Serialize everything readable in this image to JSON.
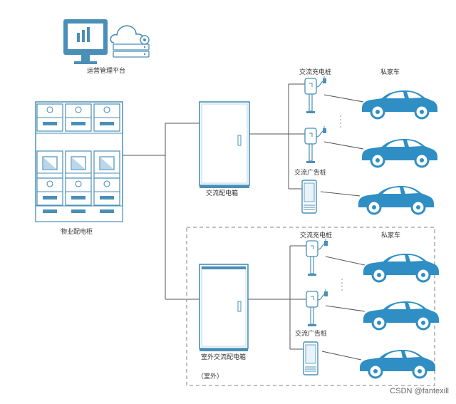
{
  "platform": {
    "label": "运营管理平台"
  },
  "property_cabinet": {
    "label": "物业配电柜"
  },
  "ac_box_top": {
    "label": "交流配电箱"
  },
  "ac_box_outdoor": {
    "label": "室外交流配电箱"
  },
  "top_group": {
    "charger_label": "交流充电桩",
    "car_label": "私家车",
    "ad_label": "交流广告桩"
  },
  "outdoor_group": {
    "charger_label": "交流充电桩",
    "car_label": "私家车",
    "ad_label": "交流广告桩",
    "outdoor_tag": "（室外）"
  },
  "watermark": "CSDN @fantexill",
  "colors": {
    "line": "#4a8fb8",
    "car": "#2f8fc4",
    "dash": "#9a9a9a",
    "pale": "#e8f3fa"
  }
}
